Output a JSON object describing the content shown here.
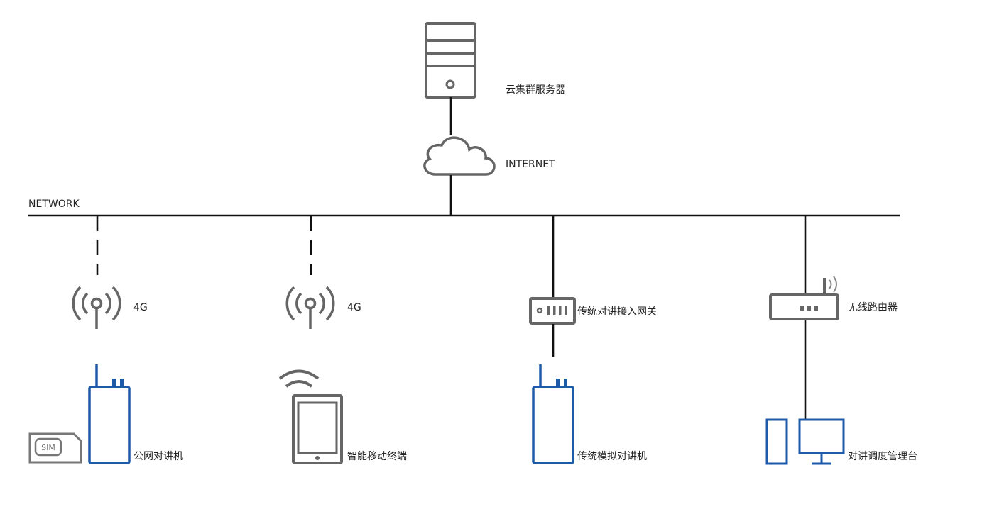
{
  "network": {
    "label": "NETWORK"
  },
  "cloud_server": {
    "label": "云集群服务器",
    "icon": "server-icon"
  },
  "internet": {
    "label": "INTERNET",
    "icon": "cloud-icon"
  },
  "branches": [
    {
      "id": "public-radio",
      "link_label": "4G",
      "link_icon": "antenna-icon",
      "device_label": "公网对讲机",
      "device_icon": "walkie-talkie-icon",
      "extra_icon": "sim-card-icon",
      "extra_text": "SIM",
      "connection": "wireless"
    },
    {
      "id": "mobile-terminal",
      "link_label": "4G",
      "link_icon": "antenna-icon",
      "device_label": "智能移动终端",
      "device_icon": "tablet-icon",
      "extra_icon": "wifi-icon",
      "connection": "wireless"
    },
    {
      "id": "analog-radio",
      "link_label": "传统对讲接入网关",
      "link_icon": "gateway-icon",
      "device_label": "传统模拟对讲机",
      "device_icon": "walkie-talkie-icon",
      "connection": "wired"
    },
    {
      "id": "dispatch-console",
      "link_label": "无线路由器",
      "link_icon": "wireless-router-icon",
      "device_label": "对讲调度管理台",
      "device_icon": "desktop-computer-icon",
      "connection": "wired"
    }
  ],
  "colors": {
    "line": "#111111",
    "icon_gray": "#666666",
    "device_blue": "#1e5aa8"
  }
}
